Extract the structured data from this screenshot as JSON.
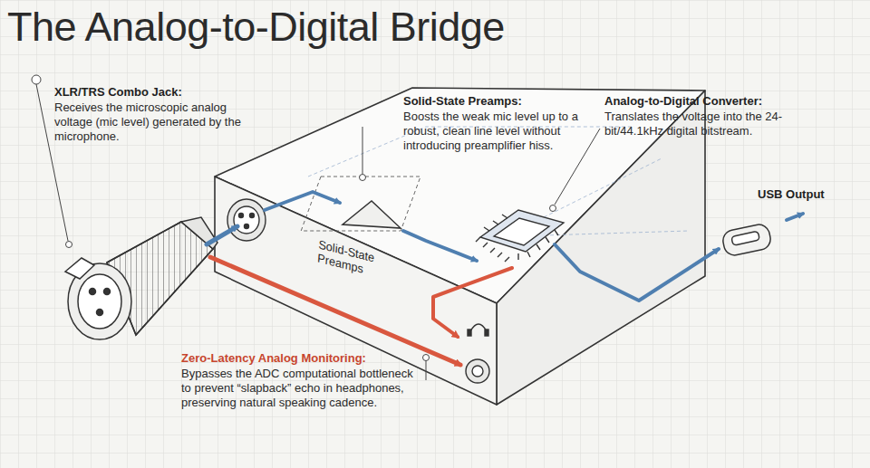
{
  "diagram": {
    "title": "The Analog-to-Digital Bridge",
    "labels": [
      "XLR/TRS Combo Jack:",
      "Receives the microscopic analog voltage (mic level) generated by the microphone.",
      "Solid-State Preamps:",
      "Boosts the weak mic level up to a robust, clean line level without introducing preamplifier hiss.",
      "Analog-to-Digital Converter:",
      "Translates the voltage into the 24-bit/44.1kHz digital bitstream.",
      "USB Output",
      "Zero-Latency Analog Monitoring:",
      "Bypasses the ADC computational bottleneck to prevent “slapback” echo in headphones, preserving natural speaking cadence.",
      "Solid-State Preamps"
    ]
  }
}
